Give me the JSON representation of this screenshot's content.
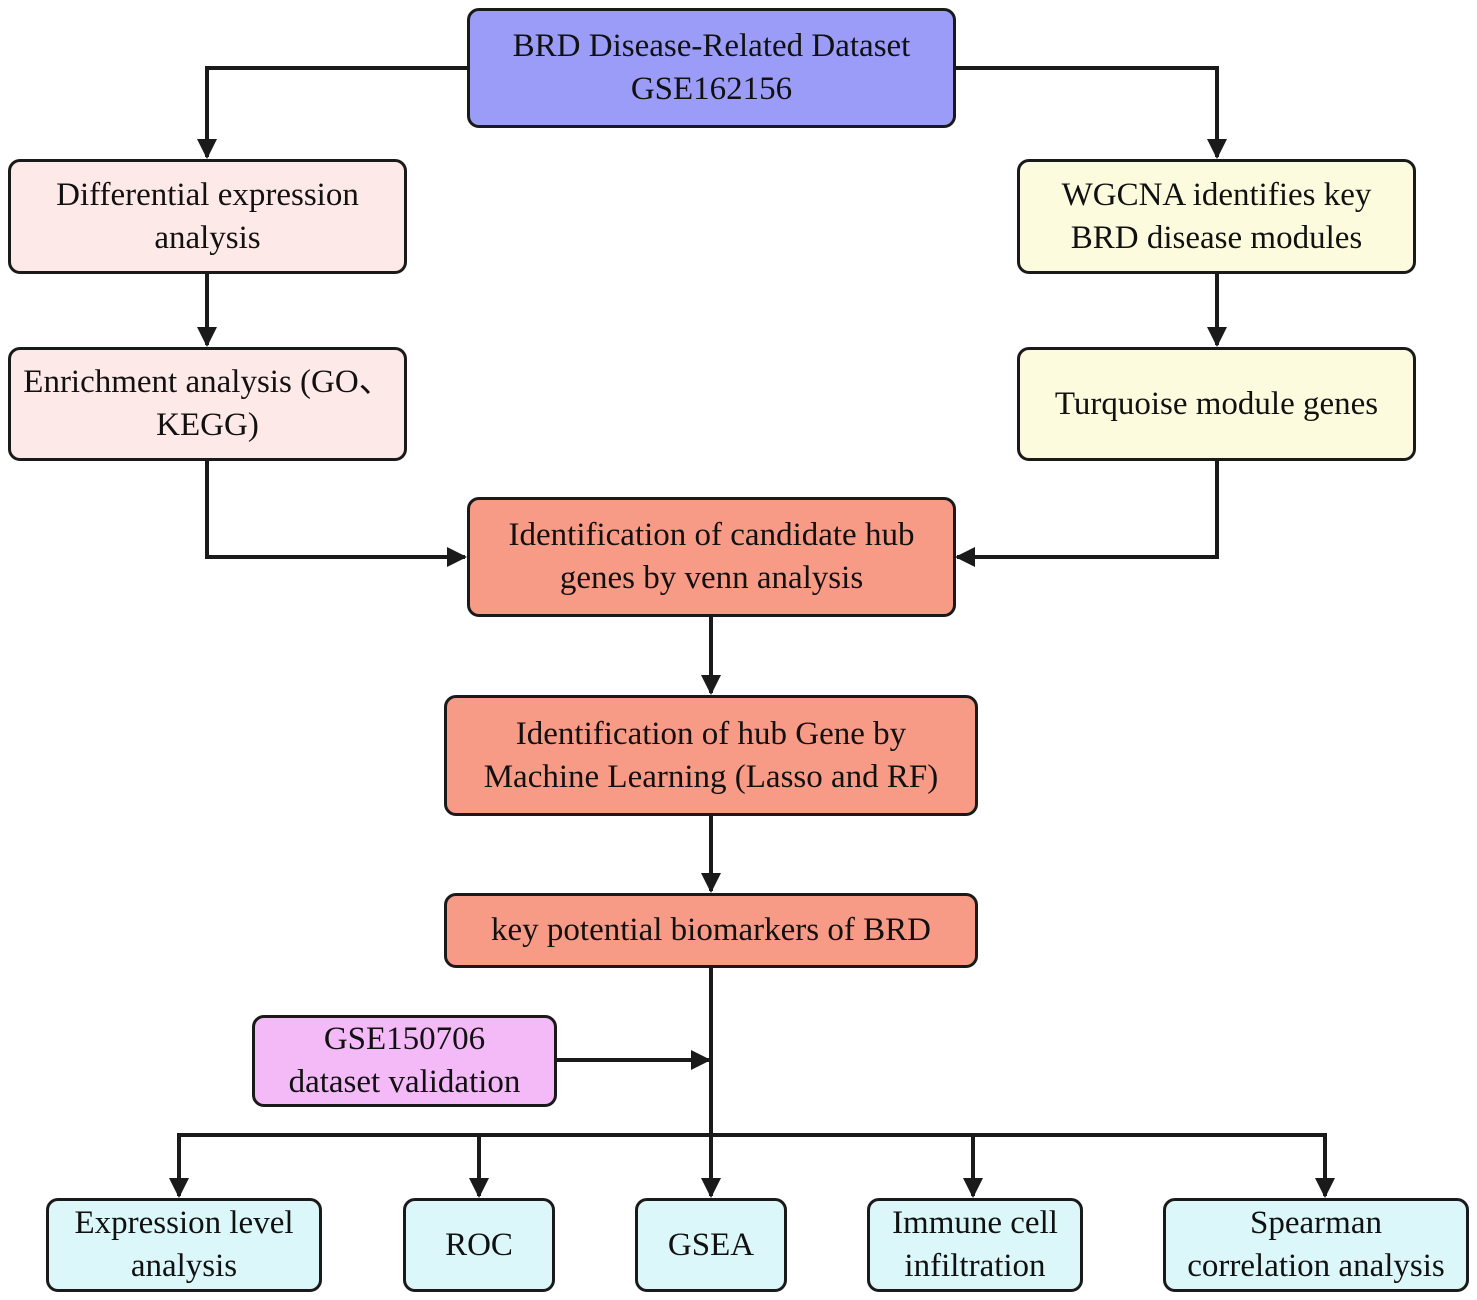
{
  "nodes": {
    "dataset": {
      "line1": "BRD Disease-Related Dataset",
      "line2": "GSE162156"
    },
    "dea": {
      "line1": "Differential expression",
      "line2": "analysis"
    },
    "enrichment": {
      "line1": "Enrichment analysis (GO、",
      "line2": "KEGG)"
    },
    "wgcna": {
      "line1": "WGCNA identifies key",
      "line2": "BRD disease modules"
    },
    "turquoise": {
      "line1": "Turquoise module genes"
    },
    "venn": {
      "line1": "Identification of candidate hub",
      "line2": "genes by venn analysis"
    },
    "ml": {
      "line1": "Identification of hub Gene by",
      "line2": "Machine Learning (Lasso and RF)"
    },
    "biomarkers": {
      "line1": "key potential biomarkers of BRD"
    },
    "validation": {
      "line1": "GSE150706",
      "line2": "dataset validation"
    },
    "expression": {
      "line1": "Expression level",
      "line2": "analysis"
    },
    "roc": {
      "line1": "ROC"
    },
    "gsea": {
      "line1": "GSEA"
    },
    "immune": {
      "line1": "Immune cell",
      "line2": "infiltration"
    },
    "spearman": {
      "line1": "Spearman",
      "line2": "correlation analysis"
    }
  },
  "colors": {
    "dataset": "#9a9cf7",
    "left_branch": "#fde9e7",
    "right_branch": "#fdfbde",
    "hub_steps": "#f79a86",
    "validation": "#f4b9f7",
    "outputs": "#dcf7f9",
    "lines": "#1a1a1a"
  }
}
